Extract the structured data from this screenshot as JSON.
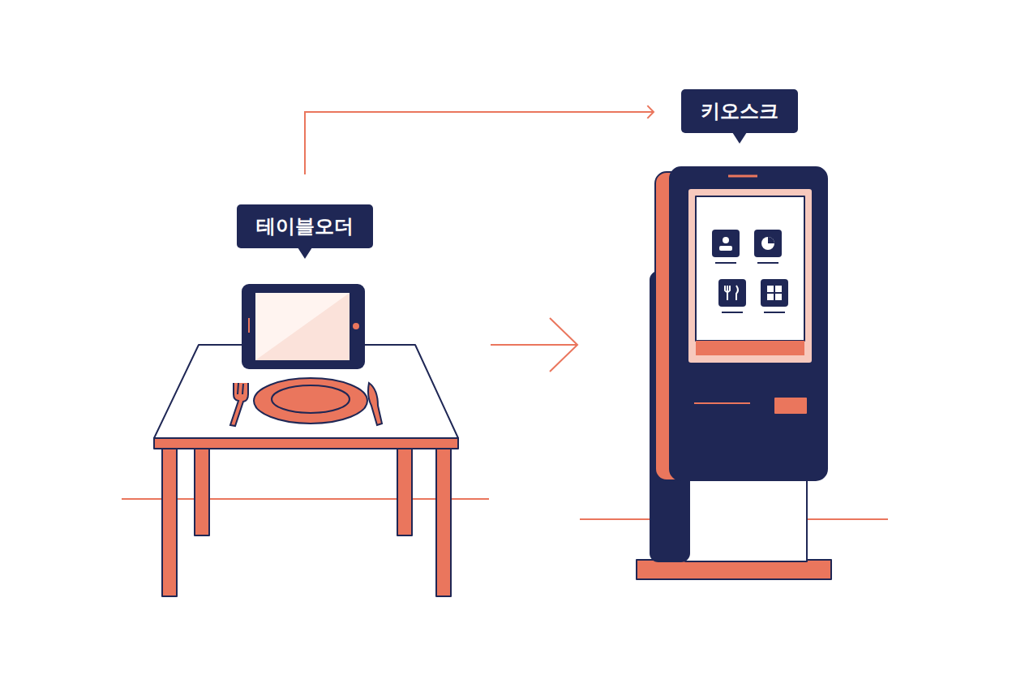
{
  "diagram": {
    "nodes": [
      {
        "text": [
          "테이블오더"
        ]
      },
      {
        "text": [
          "키오스크"
        ]
      }
    ],
    "edges": [
      {
        "from": 0,
        "to": 1,
        "arrow": "to"
      }
    ]
  }
}
